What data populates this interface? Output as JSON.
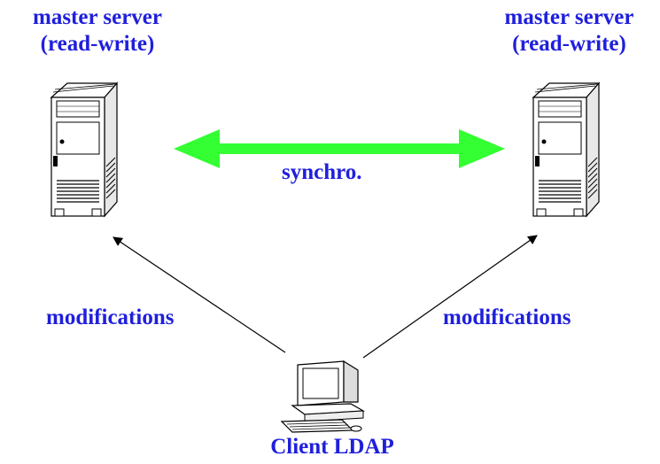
{
  "nodes": {
    "master_left": {
      "line1": "master server",
      "line2": "(read-write)"
    },
    "master_right": {
      "line1": "master server",
      "line2": "(read-write)"
    },
    "client": {
      "label": "Client LDAP"
    }
  },
  "edges": {
    "sync_label": "synchro.",
    "modifications_left": "modifications",
    "modifications_right": "modifications"
  },
  "colors": {
    "text": "#1f1fdc",
    "sync_arrow": "#33ff33",
    "arrow": "#000000"
  }
}
